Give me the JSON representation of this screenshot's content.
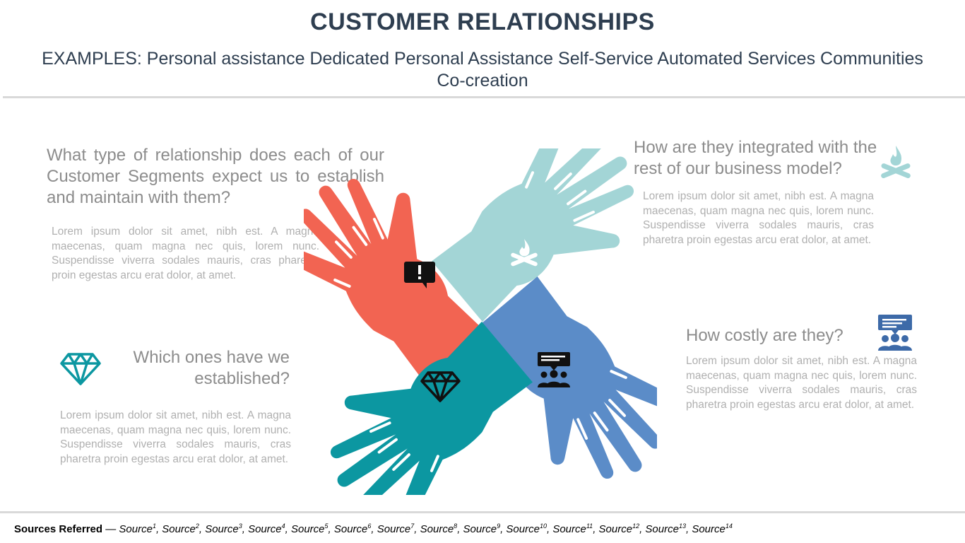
{
  "header": {
    "title": "CUSTOMER RELATIONSHIPS",
    "subtitle": "EXAMPLES: Personal assistance Dedicated Personal Assistance Self-Service Automated Services Communities Co-creation"
  },
  "blocks": {
    "top_left": {
      "question": "What type of relationship does each of our Customer Segments expect us to establish and maintain with them?",
      "body": "Lorem ipsum dolor sit amet, nibh est. A magna maecenas, quam magna nec quis, lorem nunc. Suspendisse viverra sodales mauris, cras pharetra proin egestas arcu erat dolor, at amet."
    },
    "top_right": {
      "question": "How are they integrated with the rest of our business model?",
      "body": "Lorem ipsum dolor sit amet, nibh est. A magna maecenas, quam magna nec quis, lorem nunc. Suspendisse viverra sodales mauris, cras pharetra proin egestas arcu erat dolor, at amet."
    },
    "bottom_left": {
      "question": "Which ones have we established?",
      "body": "Lorem ipsum dolor sit amet, nibh est. A magna maecenas, quam magna nec quis, lorem nunc. Suspendisse viverra sodales mauris, cras pharetra proin egestas arcu erat dolor, at amet."
    },
    "bottom_right": {
      "question": "How costly are they?",
      "body": "Lorem ipsum dolor sit amet, nibh est. A magna maecenas, quam magna nec quis, lorem nunc. Suspendisse viverra sodales mauris, cras pharetra proin egestas arcu erat dolor, at amet."
    }
  },
  "hands": [
    {
      "name": "red-hand",
      "color": "#f26452",
      "icon": "alert-speech-bubble-icon"
    },
    {
      "name": "light-teal-hand",
      "color": "#a3d5d6",
      "icon": "campfire-icon"
    },
    {
      "name": "blue-hand",
      "color": "#5b8cc8",
      "icon": "presentation-group-icon"
    },
    {
      "name": "dark-teal-hand",
      "color": "#0c97a1",
      "icon": "diamond-icon"
    }
  ],
  "side_icons": {
    "campfire": {
      "icon": "campfire-icon",
      "color": "#a3d5d6"
    },
    "presentation": {
      "icon": "presentation-group-icon",
      "color": "#3d6aa8"
    },
    "diamond": {
      "icon": "diamond-icon",
      "color": "#0c97a1"
    }
  },
  "footer": {
    "label": "Sources Referred",
    "dash": " — ",
    "sources": [
      "Source",
      "Source",
      "Source",
      "Source",
      "Source",
      "Source",
      "Source",
      "Source",
      "Source",
      "Source",
      "Source",
      "Source",
      "Source",
      "Source"
    ],
    "source_numbers": [
      "1",
      "2",
      "3",
      "4",
      "5",
      "6",
      "7",
      "8",
      "9",
      "10",
      "11",
      "12",
      "13",
      "14"
    ]
  }
}
